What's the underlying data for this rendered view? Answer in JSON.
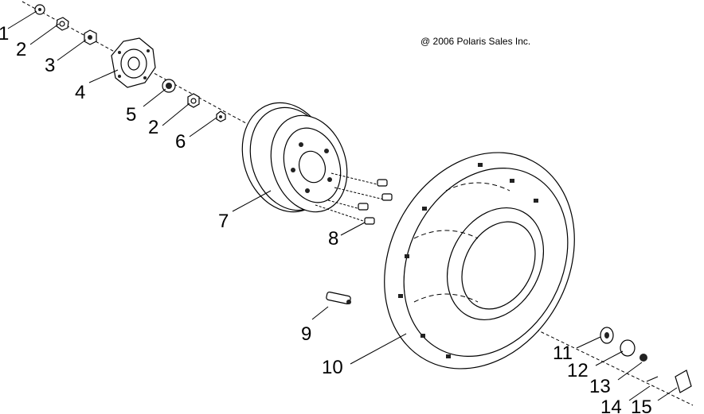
{
  "copyright": "@ 2006 Polaris Sales Inc.",
  "callouts": [
    "1",
    "2",
    "3",
    "4",
    "5",
    "2",
    "6",
    "7",
    "8",
    "9",
    "10",
    "11",
    "12",
    "13",
    "14",
    "15"
  ]
}
